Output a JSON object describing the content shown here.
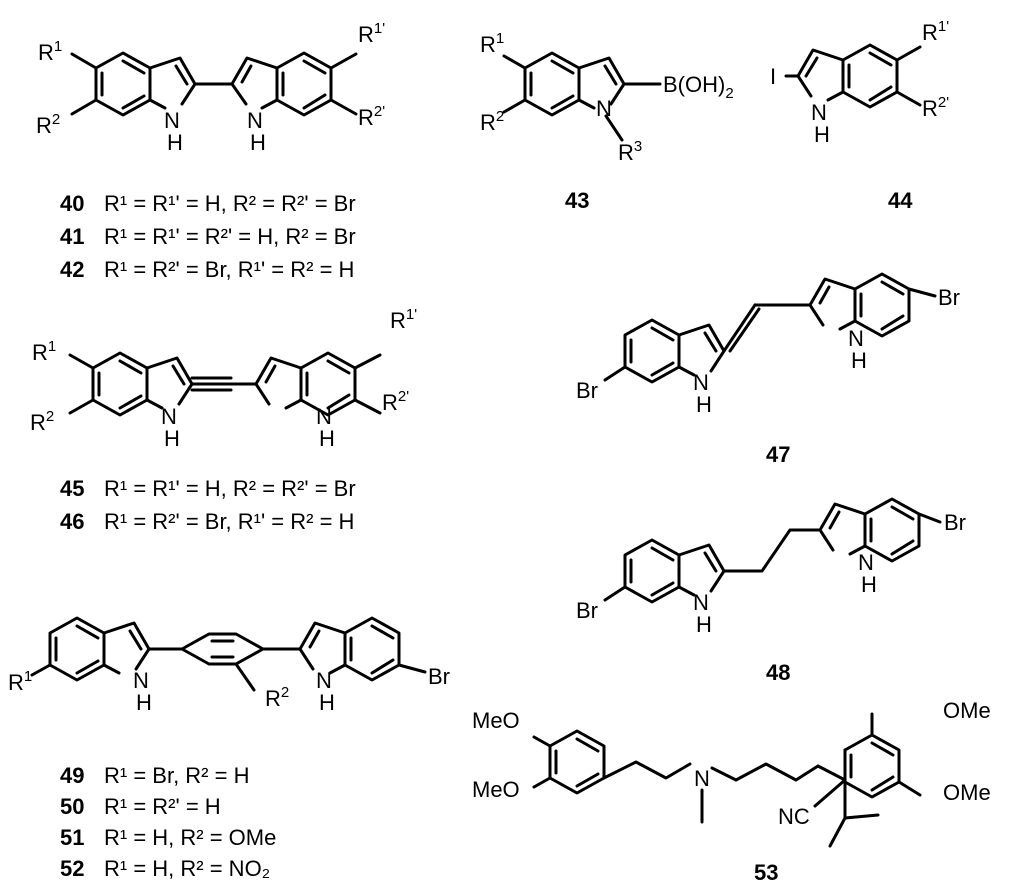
{
  "atoms": {
    "NH": "NH",
    "N": "N",
    "H": "H",
    "Br": "Br",
    "I": "I",
    "MeO": "MeO",
    "OMe": "OMe",
    "NC": "NC",
    "R": "R",
    "B_OH_2": "B(OH)",
    "two": "2",
    "one": "1",
    "one_prime": "1'",
    "two_prime": "2'",
    "three": "3"
  },
  "compounds": {
    "c40": {
      "number": "40",
      "formula": "R¹ = R¹' = H, R² = R²' = Br"
    },
    "c41": {
      "number": "41",
      "formula": "R¹ = R¹' =  R²'  = H, R² =  Br"
    },
    "c42": {
      "number": "42",
      "formula": "R¹ =  R²'  = Br, R¹' =  R²  = H"
    },
    "c43": {
      "number": "43"
    },
    "c44": {
      "number": "44"
    },
    "c45": {
      "number": "45",
      "formula": "R¹ = R¹' = H, R² = R²' = Br"
    },
    "c46": {
      "number": "46",
      "formula": "R¹ =  R²'  = Br, R¹' =  R²  = H"
    },
    "c47": {
      "number": "47"
    },
    "c48": {
      "number": "48"
    },
    "c49": {
      "number": "49",
      "formula": "R¹ = Br, R² = H"
    },
    "c50": {
      "number": "50",
      "formula": "R¹ =  R²'  = H"
    },
    "c51": {
      "number": "51",
      "formula": "R¹ = H, R² =  OMe"
    },
    "c52": {
      "number": "52",
      "formula": "R¹ = H, R² =  NO₂"
    },
    "c53": {
      "number": "53"
    }
  }
}
